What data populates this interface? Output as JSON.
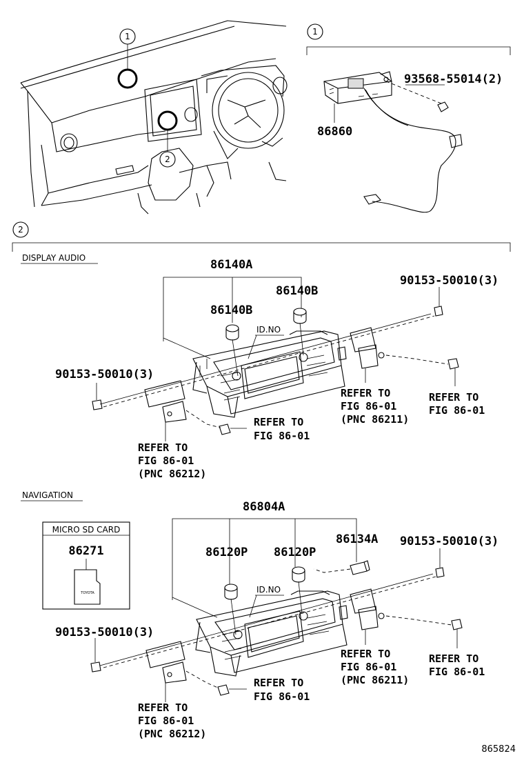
{
  "callouts": {
    "c1": "1",
    "c2": "2"
  },
  "inset1": {
    "bracket_number": "1",
    "screw_part": "93568-55014(2)",
    "module_part": "86860"
  },
  "section2": {
    "bracket_number": "2"
  },
  "display_audio": {
    "heading": "DISPLAY AUDIO",
    "assembly_part": "86140A",
    "knob_left_part": "86140B",
    "knob_right_part": "86140B",
    "id_label": "ID.NO",
    "screw_left": "90153-50010(3)",
    "screw_right": "90153-50010(3)",
    "ref_bottom_left": {
      "line1": "REFER TO",
      "line2": "FIG 86-01",
      "line3": "(PNC 86212)"
    },
    "ref_bottom_mid": {
      "line1": "REFER TO",
      "line2": "FIG 86-01"
    },
    "ref_right_mid": {
      "line1": "REFER TO",
      "line2": "FIG 86-01",
      "line3": "(PNC 86211)"
    },
    "ref_right": {
      "line1": "REFER TO",
      "line2": "FIG 86-01"
    }
  },
  "navigation": {
    "heading": "NAVIGATION",
    "sd_box_title": "MICRO SD CARD",
    "sd_part": "86271",
    "sd_card_text": "TOYOTA",
    "assembly_part": "86804A",
    "knob_left_part": "86120P",
    "knob_right_part": "86120P",
    "connector_part": "86134A",
    "id_label": "ID.NO",
    "screw_left": "90153-50010(3)",
    "screw_right": "90153-50010(3)",
    "ref_bottom_left": {
      "line1": "REFER TO",
      "line2": "FIG 86-01",
      "line3": "(PNC 86212)"
    },
    "ref_bottom_mid": {
      "line1": "REFER TO",
      "line2": "FIG 86-01"
    },
    "ref_right_mid": {
      "line1": "REFER TO",
      "line2": "FIG 86-01",
      "line3": "(PNC 86211)"
    },
    "ref_right": {
      "line1": "REFER TO",
      "line2": "FIG 86-01"
    }
  },
  "figure_number": "865824"
}
